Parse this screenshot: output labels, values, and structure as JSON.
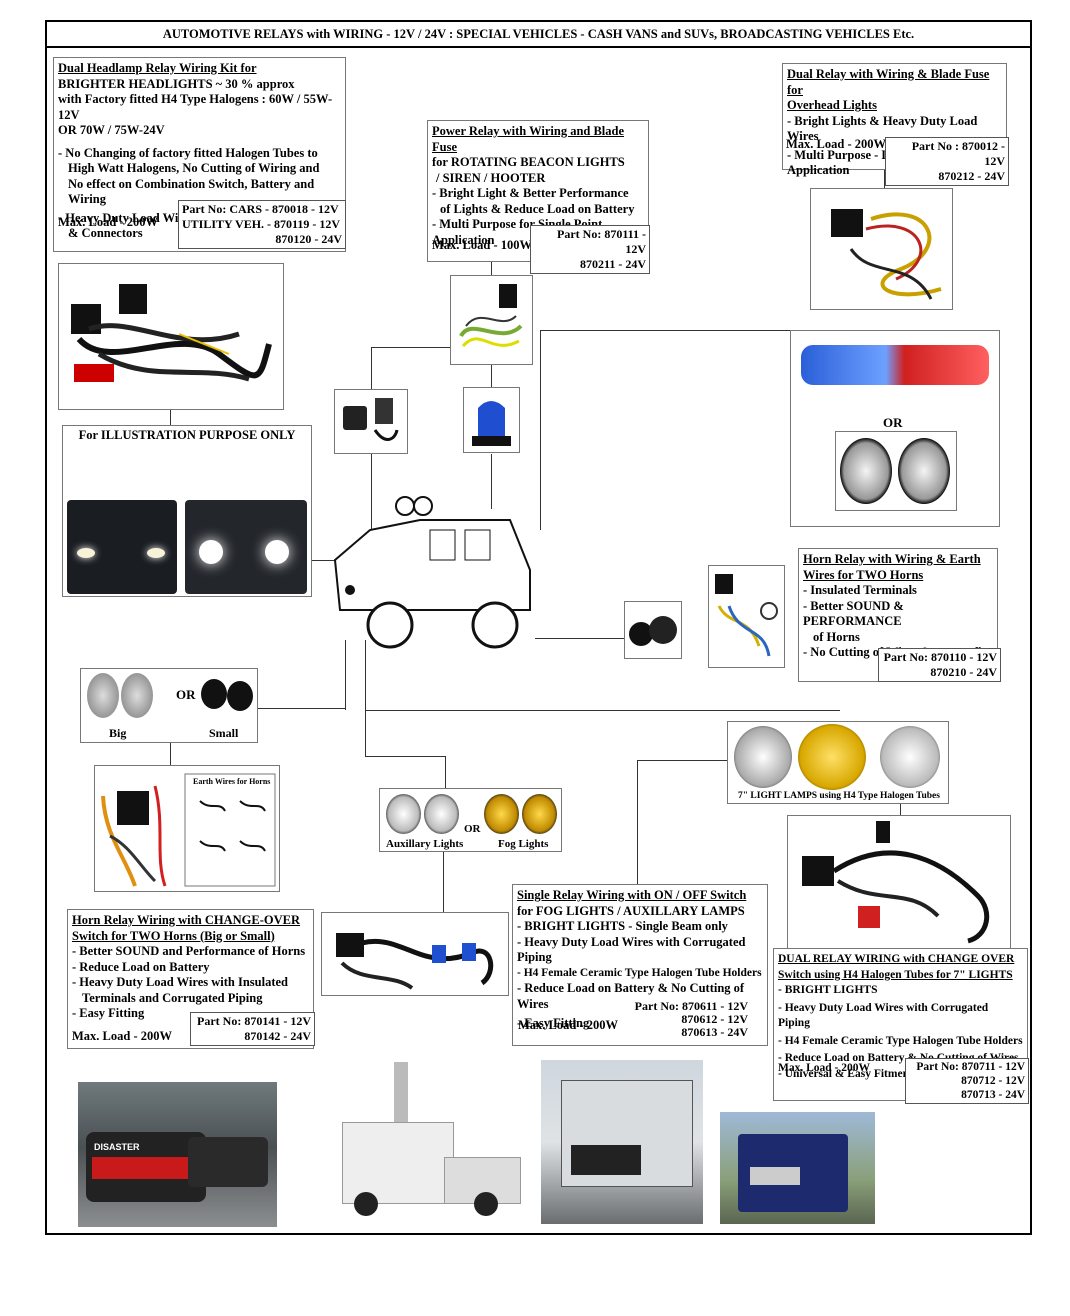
{
  "title": "AUTOMOTIVE RELAYS with WIRING - 12V / 24V : SPECIAL VEHICLES - CASH VANS and SUVs, BROADCASTING VEHICLES Etc.",
  "box_headlamp": {
    "heading1": "Dual Headlamp Relay Wiring Kit for",
    "heading2": "BRIGHTER HEADLIGHTS ~ 30 % approx",
    "heading3": "with Factory fitted H4 Type Halogens : 60W / 55W-12V",
    "heading4": "OR 70W / 75W-24V",
    "b1a": "- No Changing of factory fitted Halogen Tubes to",
    "b1b": "High Watt Halogens, No Cutting of Wiring and",
    "b1c": "No effect on Combination Switch, Battery and Wiring",
    "b2a": "- Heavy Duty Load Wires and Matching Coupler",
    "b2b": "& Connectors",
    "max": "Max. Load - 200W",
    "part1": "Part No: CARS -  870018 - 12V",
    "part2": "UTILITY VEH. -  870119 - 12V",
    "part3": "870120 - 24V"
  },
  "box_beacon": {
    "heading1": "Power Relay with Wiring and Blade Fuse",
    "heading2": "for ROTATING BEACON LIGHTS",
    "heading3": "/ SIREN / HOOTER",
    "b1a": "- Bright Light & Better Performance",
    "b1b": "of Lights & Reduce Load on Battery",
    "b2a": "- Multi Purpose for Single Point",
    "b2b": "Application",
    "max": "Max. Load - 100W",
    "part1": "Part No: 870111 - 12V",
    "part2": "870211 - 24V"
  },
  "box_overhead": {
    "heading1": "Dual Relay with Wiring & Blade Fuse for",
    "heading2": "Overhead Lights",
    "b1": "- Bright Lights & Heavy Duty Load Wires",
    "b2": "- Multi Purpose - Dual Point Application",
    "max": "Max. Load - 200W",
    "part1": "Part No : 870012 - 12V",
    "part2": "870212 - 24V"
  },
  "illustration": {
    "label": "For ILLUSTRATION PURPOSE ONLY"
  },
  "or_label": "OR",
  "box_horn": {
    "heading1": "Horn Relay with Wiring & Earth",
    "heading2": "Wires for TWO Horns",
    "b1": "- Insulated Terminals",
    "b2a": "- Better SOUND & PERFORMANCE",
    "b2b": "of Horns",
    "b3": "- No Cutting of Wires & easy to fit",
    "part1": "Part No: 870110 - 12V",
    "part2": "870210 - 24V"
  },
  "horns_caption": {
    "big": "Big",
    "small": "Small"
  },
  "earth_wires_label": "Earth Wires for Horns",
  "box_horn_changeover": {
    "heading1": "Horn Relay Wiring with CHANGE-OVER",
    "heading2": "Switch for TWO Horns (Big or Small)",
    "b1": "- Better SOUND and Performance of Horns",
    "b2": "- Reduce Load on Battery",
    "b3a": "- Heavy Duty Load Wires with Insulated",
    "b3b": "Terminals and Corrugated Piping",
    "b4": "- Easy Fitting",
    "max": "Max. Load - 200W",
    "part1": "Part No: 870141 - 12V",
    "part2": "870142 - 24V"
  },
  "aux_caption": {
    "aux": "Auxillary Lights",
    "fog": "Fog Lights"
  },
  "lamps_caption": "7\" LIGHT LAMPS using H4 Type Halogen Tubes",
  "box_fog": {
    "heading1": "Single Relay Wiring with ON / OFF Switch",
    "heading2": "for FOG LIGHTS / AUXILLARY LAMPS",
    "b1": "- BRIGHT LIGHTS - Single Beam only",
    "b2": "- Heavy Duty Load Wires with Corrugated Piping",
    "b3": "- H4 Female Ceramic Type  Halogen Tube Holders",
    "b4": "- Reduce Load on Battery & No Cutting of Wires",
    "b5": "- Easy Fitting",
    "max": "Max. Load - 200W",
    "part1": "Part No: 870611 - 12V",
    "part2": "870612 - 12V",
    "part3": "870613 - 24V"
  },
  "box_dual": {
    "heading1": "DUAL RELAY WIRING with CHANGE OVER",
    "heading2": "Switch using H4 Halogen Tubes for 7\" LIGHTS",
    "b1": "- BRIGHT LIGHTS",
    "b2": "- Heavy Duty Load Wires with Corrugated Piping",
    "b3": "- H4 Female Ceramic Type  Halogen Tube Holders",
    "b4": "- Reduce Load on Battery & No Cutting of Wires",
    "b5": "- Universal & Easy Fitment",
    "max": "Max. Load - 200W",
    "part1": "Part No: 870711 - 12V",
    "part2": "870712 - 12V",
    "part3": "870713 - 24V"
  },
  "vehicle_photo1_text": "DISASTER"
}
